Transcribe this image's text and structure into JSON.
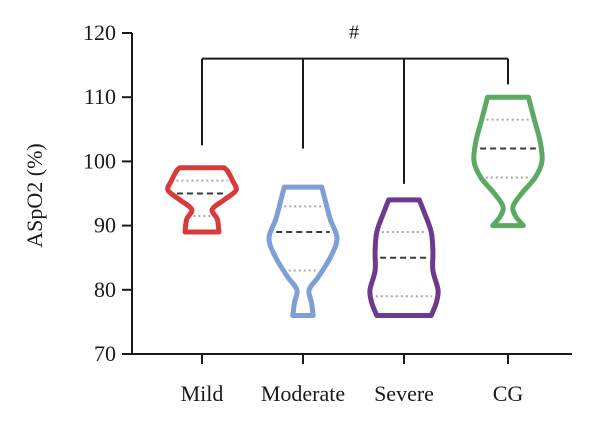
{
  "chart_data": {
    "type": "violin",
    "title": "",
    "xlabel": "",
    "ylabel": "ASpO2 (%)",
    "ylim": [
      70,
      120
    ],
    "yticks": [
      70,
      80,
      90,
      100,
      110,
      120
    ],
    "grid": false,
    "categories": [
      "Mild",
      "Moderate",
      "Severe",
      "CG"
    ],
    "series": [
      {
        "category": "Mild",
        "color": "#d93a3a",
        "min": 89,
        "max": 99,
        "median": 95,
        "q1": 91.5,
        "q3": 97,
        "profile": [
          [
            89,
            0.5
          ],
          [
            91,
            0.45
          ],
          [
            92.5,
            0.3
          ],
          [
            94,
            0.65
          ],
          [
            95.5,
            1.0
          ],
          [
            97,
            0.9
          ],
          [
            98.5,
            0.75
          ],
          [
            99,
            0.65
          ]
        ]
      },
      {
        "category": "Moderate",
        "color": "#7c9fd6",
        "min": 76,
        "max": 96,
        "median": 89,
        "q1": 83,
        "q3": 93,
        "profile": [
          [
            76,
            0.3
          ],
          [
            78,
            0.25
          ],
          [
            80,
            0.18
          ],
          [
            82,
            0.45
          ],
          [
            85,
            0.8
          ],
          [
            88,
            1.0
          ],
          [
            91,
            0.8
          ],
          [
            94,
            0.65
          ],
          [
            96,
            0.55
          ]
        ]
      },
      {
        "category": "Severe",
        "color": "#6e3a8e",
        "min": 76,
        "max": 94,
        "median": 85,
        "q1": 79,
        "q3": 89,
        "profile": [
          [
            76,
            0.8
          ],
          [
            78,
            0.95
          ],
          [
            80,
            1.0
          ],
          [
            83,
            0.85
          ],
          [
            86,
            0.85
          ],
          [
            89,
            0.8
          ],
          [
            92,
            0.6
          ],
          [
            94,
            0.45
          ]
        ]
      },
      {
        "category": "CG",
        "color": "#5aaa62",
        "min": 90,
        "max": 110,
        "median": 102,
        "q1": 97.5,
        "q3": 106.5,
        "profile": [
          [
            90,
            0.45
          ],
          [
            91.5,
            0.22
          ],
          [
            93,
            0.15
          ],
          [
            95,
            0.4
          ],
          [
            97.5,
            0.8
          ],
          [
            100,
            1.0
          ],
          [
            103,
            0.95
          ],
          [
            106,
            0.8
          ],
          [
            109,
            0.65
          ],
          [
            110,
            0.6
          ]
        ]
      }
    ],
    "annotations": [
      {
        "text": "#",
        "type": "comparison-bracket",
        "groups": [
          "Mild",
          "Moderate",
          "Severe",
          "CG"
        ],
        "level": 116
      }
    ]
  }
}
